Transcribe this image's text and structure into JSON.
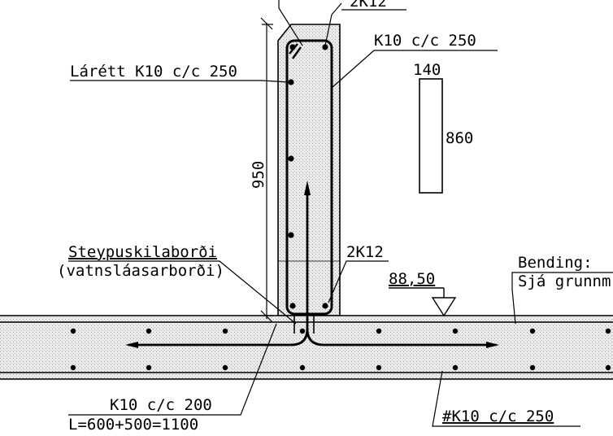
{
  "drawing": {
    "top_bar_label": "2K12",
    "stirrup_label": "K10 c/c 250",
    "horizontal_bars_label": "Lárétt K10 c/c 250",
    "stirrup_width": "140",
    "stirrup_height": "860",
    "wall_height": "950",
    "bottom_bar_label": "2K12",
    "waterstop_label_1": "Steypuskilaborði",
    "waterstop_label_2": "(vatnsláasarborði)",
    "level": "88,50",
    "bending_label_1": "Bending:",
    "bending_label_2": "Sjá grunnm",
    "anchor_bar_label": "K10 c/c 200",
    "anchor_bar_length": "L=600+500=1100",
    "slab_mesh_label": "#K10 c/c 250"
  }
}
